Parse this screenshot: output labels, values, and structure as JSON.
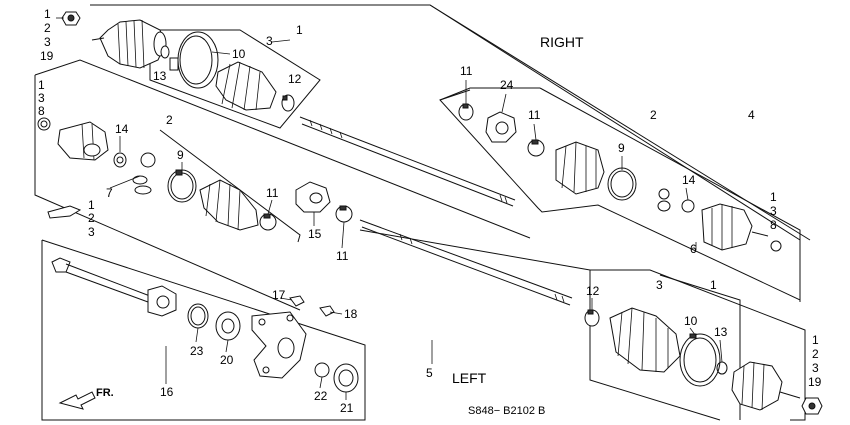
{
  "sections": {
    "right": "RIGHT",
    "left": "LEFT"
  },
  "direction_label": "FR.",
  "diagram_code": "S848− B2102 B",
  "callouts": {
    "rt_ref_1": "1",
    "rt_ref_2": "2",
    "rt_ref_3": "3",
    "rt_ref_19": "19",
    "rt_top_3": "3",
    "rt_top_1": "1",
    "rt_10": "10",
    "rt_13": "13",
    "rt_12": "12",
    "mid_1": "1",
    "mid_3": "3",
    "mid_8": "8",
    "mid_14": "14",
    "mid_2": "2",
    "mid_9": "9",
    "mid_7": "7",
    "mid_11a": "11",
    "mid_15": "15",
    "mid_11b": "11",
    "grease_1": "1",
    "grease_2": "2",
    "grease_3": "3",
    "ir_11": "11",
    "ir_24": "24",
    "ir_11b": "11",
    "ir_2": "2",
    "ir_9": "9",
    "ir_4": "4",
    "ir_14": "14",
    "ir_1": "1",
    "ir_3": "3",
    "ir_8": "8",
    "ir_6": "6",
    "sh_17": "17",
    "sh_18": "18",
    "sh_23": "23",
    "sh_20": "20",
    "sh_16": "16",
    "sh_22": "22",
    "sh_21": "21",
    "lt_5": "5",
    "lt_12": "12",
    "lt_3": "3",
    "lt_1": "1",
    "lt_10": "10",
    "lt_13": "13",
    "lt_ref_1": "1",
    "lt_ref_2": "2",
    "lt_ref_3": "3",
    "lt_ref_19": "19"
  }
}
